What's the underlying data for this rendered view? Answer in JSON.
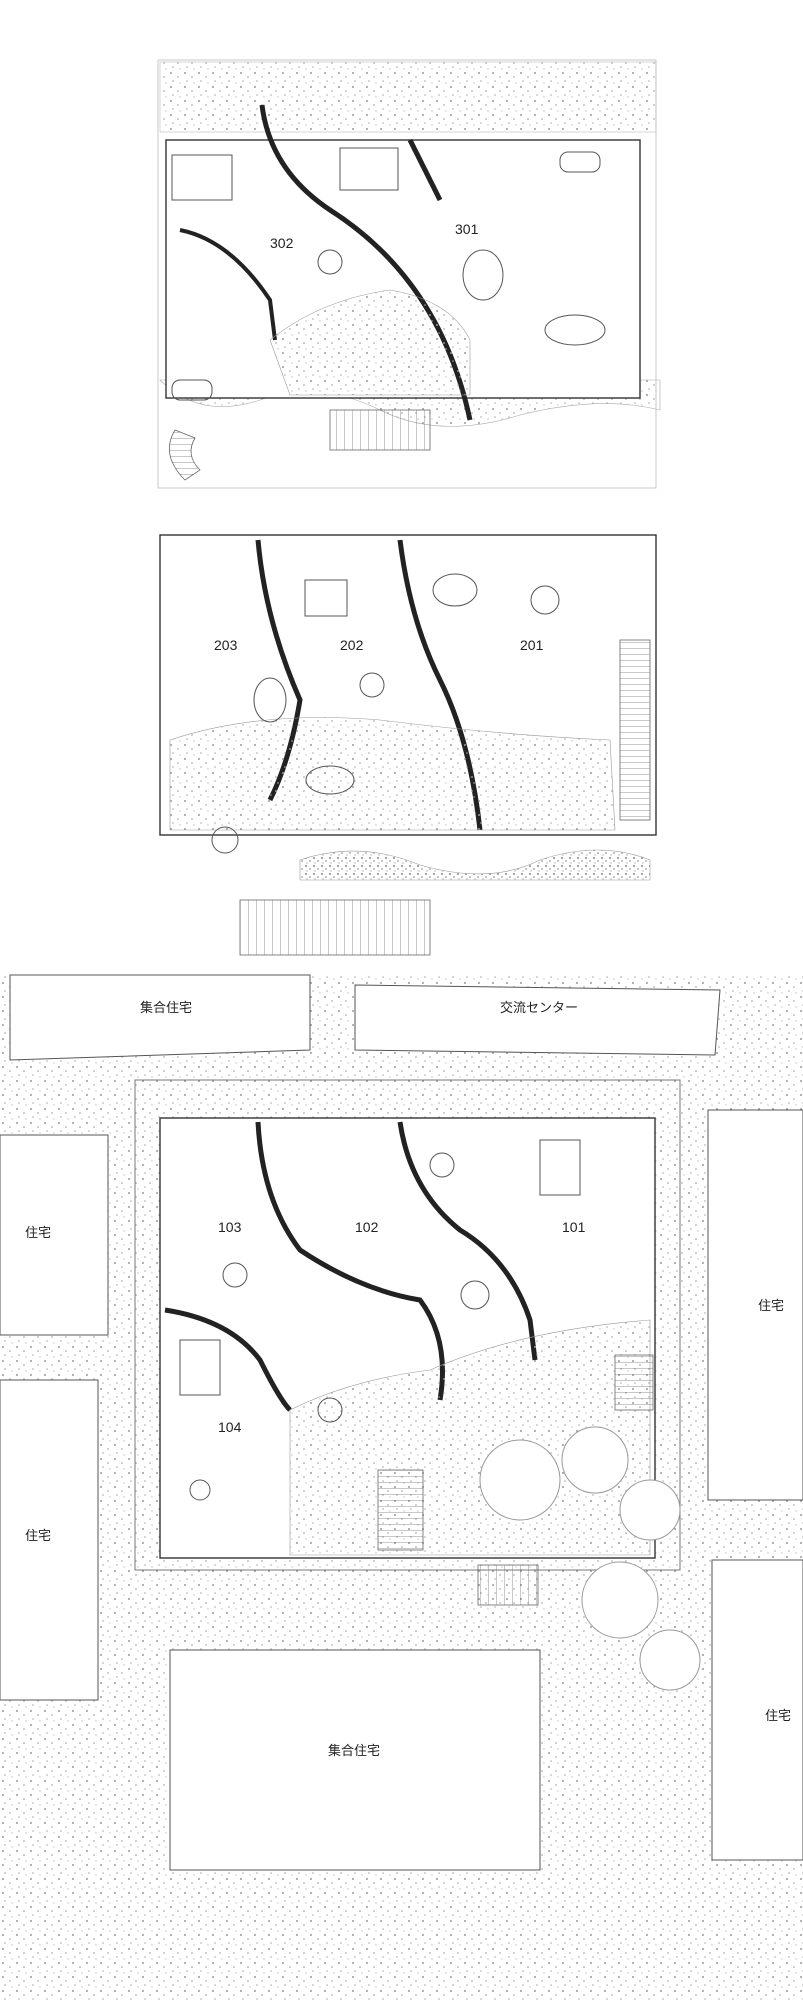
{
  "floor_3": {
    "units": [
      "302",
      "301"
    ]
  },
  "floor_2": {
    "units": [
      "203",
      "202",
      "201"
    ]
  },
  "floor_1": {
    "units": [
      "103",
      "102",
      "101",
      "104"
    ]
  },
  "surroundings": {
    "north_left": "集合住宅",
    "north_right": "交流センター",
    "west_upper": "住宅",
    "west_lower": "住宅",
    "east_upper": "住宅",
    "east_lower": "住宅",
    "south": "集合住宅"
  }
}
